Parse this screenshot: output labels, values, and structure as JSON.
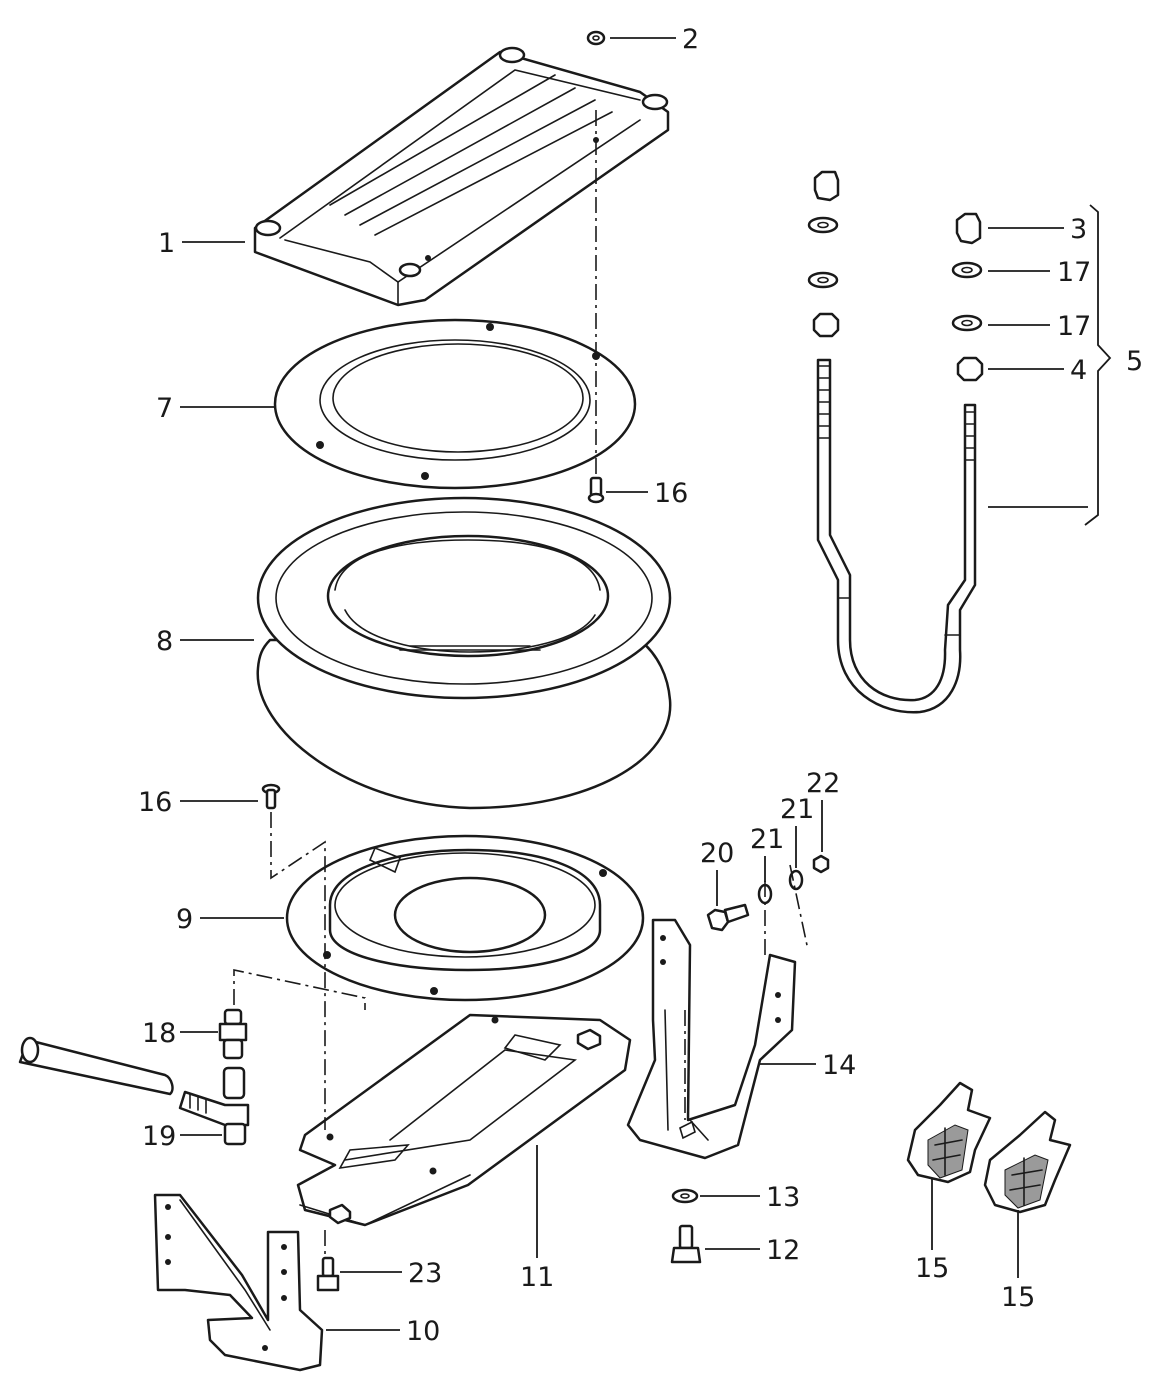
{
  "callouts": [
    {
      "id": "c1",
      "label": "1"
    },
    {
      "id": "c2",
      "label": "2"
    },
    {
      "id": "c3",
      "label": "3"
    },
    {
      "id": "c17a",
      "label": "17"
    },
    {
      "id": "c17b",
      "label": "17"
    },
    {
      "id": "c4",
      "label": "4"
    },
    {
      "id": "c5",
      "label": "5"
    },
    {
      "id": "c7",
      "label": "7"
    },
    {
      "id": "c16a",
      "label": "16"
    },
    {
      "id": "c8",
      "label": "8"
    },
    {
      "id": "c16b",
      "label": "16"
    },
    {
      "id": "c22",
      "label": "22"
    },
    {
      "id": "c21a",
      "label": "21"
    },
    {
      "id": "c21b",
      "label": "21"
    },
    {
      "id": "c20",
      "label": "20"
    },
    {
      "id": "c9",
      "label": "9"
    },
    {
      "id": "c18",
      "label": "18"
    },
    {
      "id": "c14",
      "label": "14"
    },
    {
      "id": "c19",
      "label": "19"
    },
    {
      "id": "c13",
      "label": "13"
    },
    {
      "id": "c12",
      "label": "12"
    },
    {
      "id": "c23",
      "label": "23"
    },
    {
      "id": "c11",
      "label": "11"
    },
    {
      "id": "c10",
      "label": "10"
    },
    {
      "id": "c15a",
      "label": "15"
    },
    {
      "id": "c15b",
      "label": "15"
    }
  ]
}
